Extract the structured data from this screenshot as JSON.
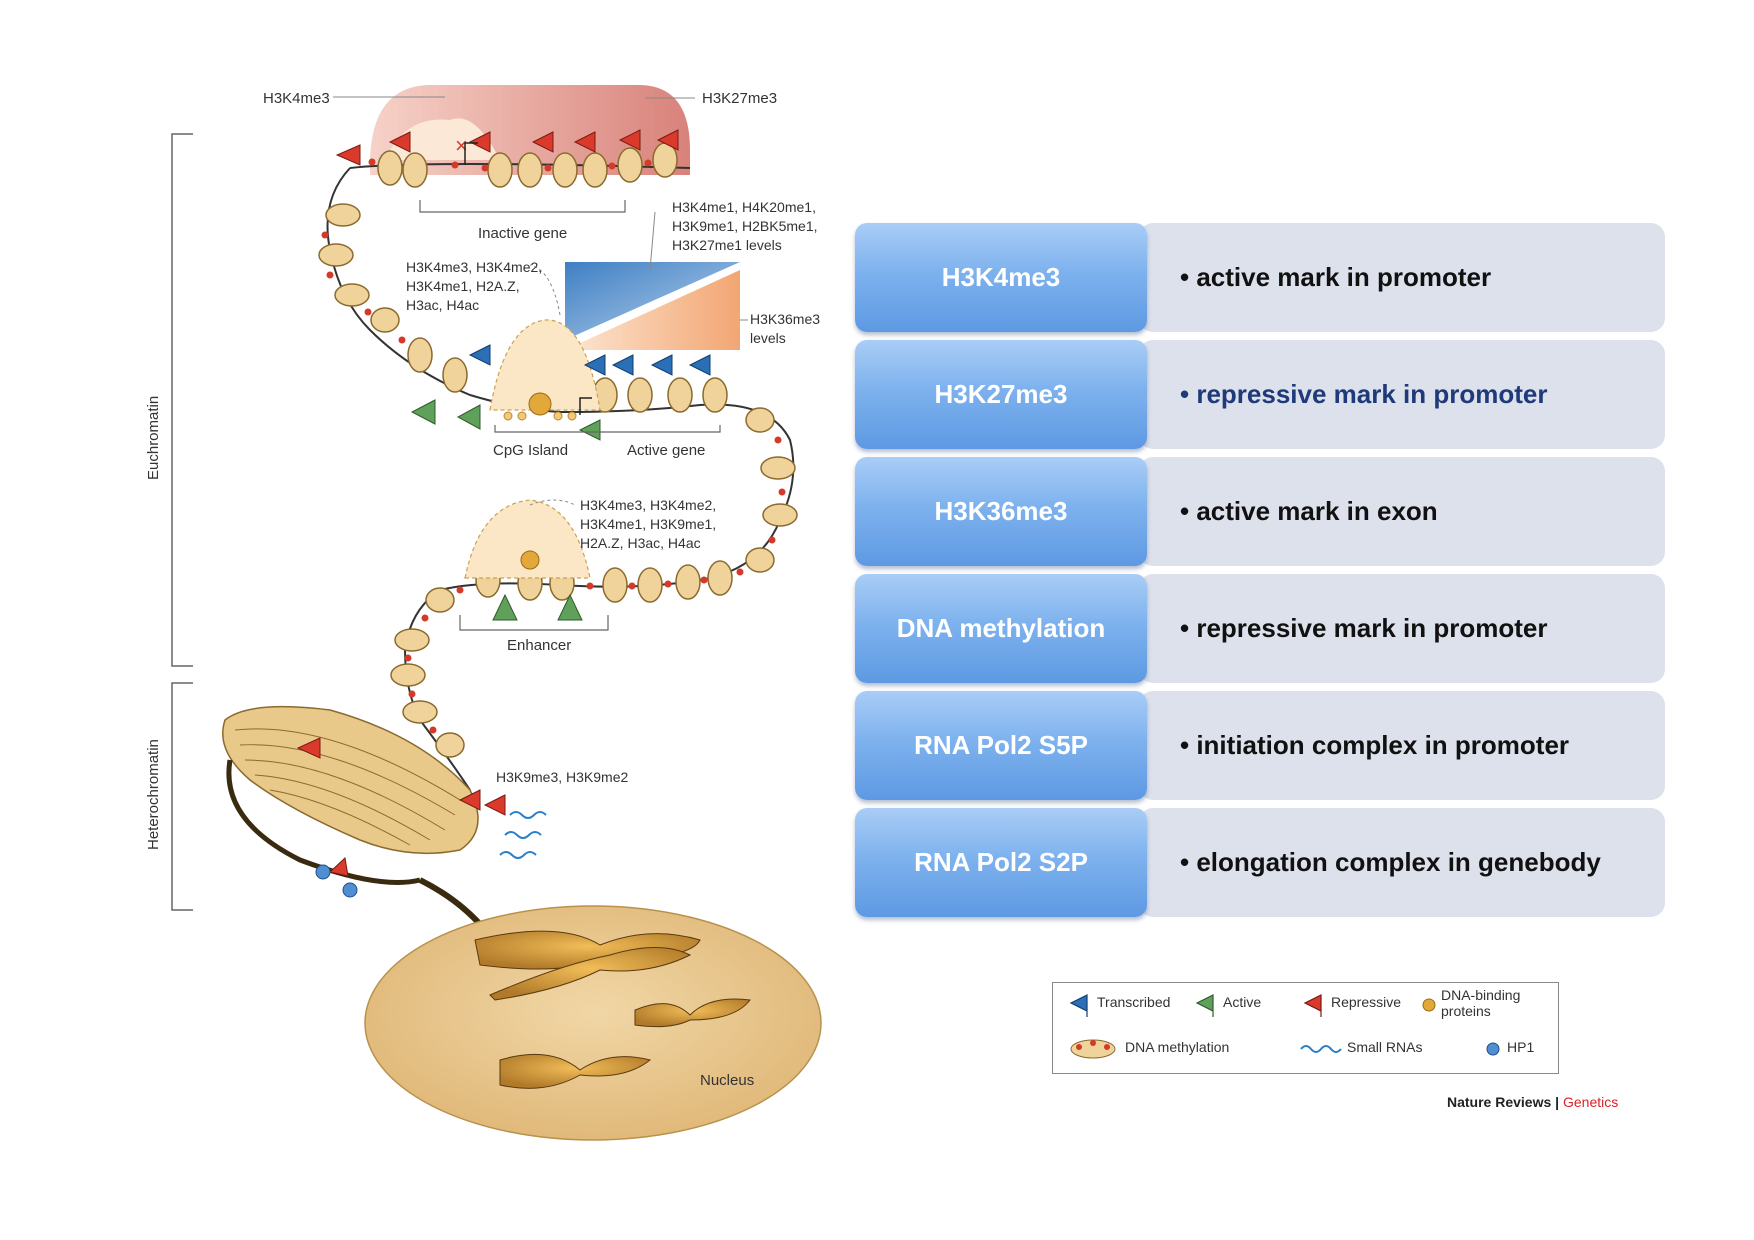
{
  "diagram": {
    "labels": {
      "top_left": "H3K4me3",
      "top_right": "H3K27me3",
      "inactive_gene": "Inactive gene",
      "levels_blue_1": "H3K4me1, H4K20me1,",
      "levels_blue_2": "H3K9me1, H2BK5me1,",
      "levels_blue_3": "H3K27me1 levels",
      "promoter_marks_1": "H3K4me3, H3K4me2,",
      "promoter_marks_2": "H3K4me1, H2A.Z,",
      "promoter_marks_3": "H3ac, H4ac",
      "h3k36_1": "H3K36me3",
      "h3k36_2": "levels",
      "cpg_island": "CpG Island",
      "active_gene": "Active gene",
      "enhancer_marks_1": "H3K4me3, H3K4me2,",
      "enhancer_marks_2": "H3K4me1, H3K9me1,",
      "enhancer_marks_3": "H2A.Z, H3ac, H4ac",
      "enhancer": "Enhancer",
      "hetero_marks": "H3K9me3, H3K9me2",
      "nucleus": "Nucleus",
      "euchromatin": "Euchromatin",
      "heterochromatin": "Heterochromatin"
    },
    "legend": {
      "transcribed": "Transcribed",
      "active": "Active",
      "repressive": "Repressive",
      "dna_binding": "DNA-binding proteins",
      "dna_methylation": "DNA methylation",
      "small_rnas": "Small RNAs",
      "hp1": "HP1"
    },
    "credit_main": "Nature Reviews",
    "credit_sep": " | ",
    "credit_journal": "Genetics",
    "colors": {
      "flag_transcribed": "#2b6fb6",
      "flag_active": "#5fa05a",
      "flag_repressive": "#d93a2b",
      "nucleosome": "#e8c88a",
      "nucleus": "#e9c98f"
    }
  },
  "table": {
    "rows": [
      {
        "key": "H3K4me3",
        "value": "•  active mark in promoter"
      },
      {
        "key": "H3K27me3",
        "value": "• repressive mark in promoter",
        "color": "blue"
      },
      {
        "key": "H3K36me3",
        "value": "• active mark in exon"
      },
      {
        "key": "DNA methylation",
        "value": "• repressive mark in promoter"
      },
      {
        "key": "RNA Pol2 S5P",
        "value": "• initiation complex in promoter"
      },
      {
        "key": "RNA Pol2 S2P",
        "value": "• elongation complex in genebody"
      }
    ]
  }
}
